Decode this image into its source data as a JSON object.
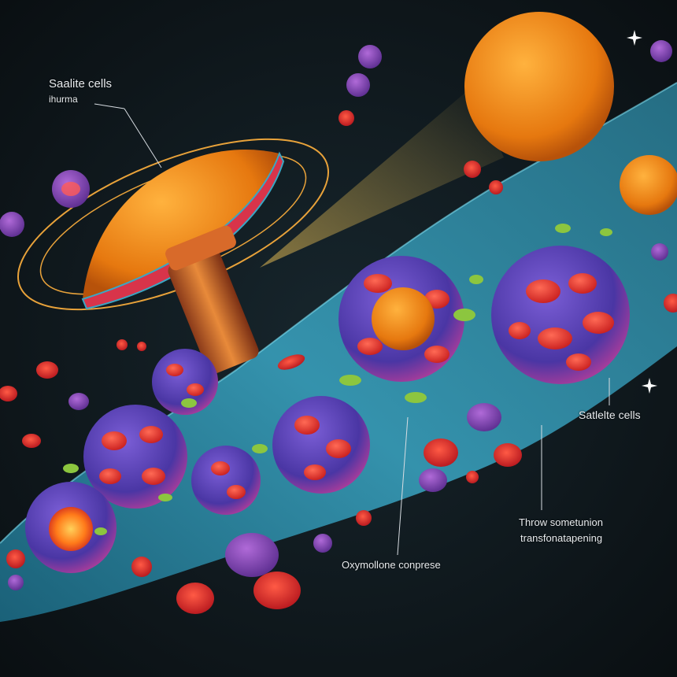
{
  "labels": {
    "satellite_top": "Saalite cells",
    "satellite_top_sub": "ihurma",
    "satellite_right": "Satlelte cells",
    "oxymollone": "Oxymollone conprese",
    "throw_line1": "Throw sometunion",
    "throw_line2": "transfonatapening"
  },
  "colors": {
    "background": "#0e1418",
    "tissue_band": "#3aa6c4",
    "cell_body": "#5a3fb0",
    "nucleus": "#e8322a",
    "orange_sphere": "#f2921e",
    "label_text": "#e8ecef"
  }
}
